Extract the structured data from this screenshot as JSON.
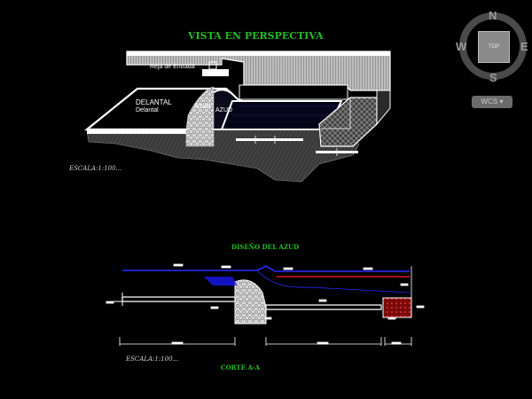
{
  "perspective": {
    "title": "VISTA EN PERSPECTIVA",
    "scale": "ESCALA:1:100...",
    "labels": {
      "reja": "Reja de Entrada",
      "delantal_upper": "DELANTAL",
      "delantal_lower": "Delantal",
      "azud_upper": "Azud",
      "azud_lower": "AZUD"
    }
  },
  "section": {
    "title": "DISEÑO DEL AZUD",
    "scale": "ESCALA:1:100...",
    "cut": "CORTE  A-A"
  },
  "viewcube": {
    "north": "N",
    "south": "S",
    "east": "E",
    "west": "W",
    "face": "TOP",
    "ucs": "WCS"
  },
  "colors": {
    "background": "#000000",
    "title_green": "#1fbf1f",
    "linework": "#ffffff",
    "water_blue": "#2a2aff",
    "red_line": "#ff2020"
  }
}
